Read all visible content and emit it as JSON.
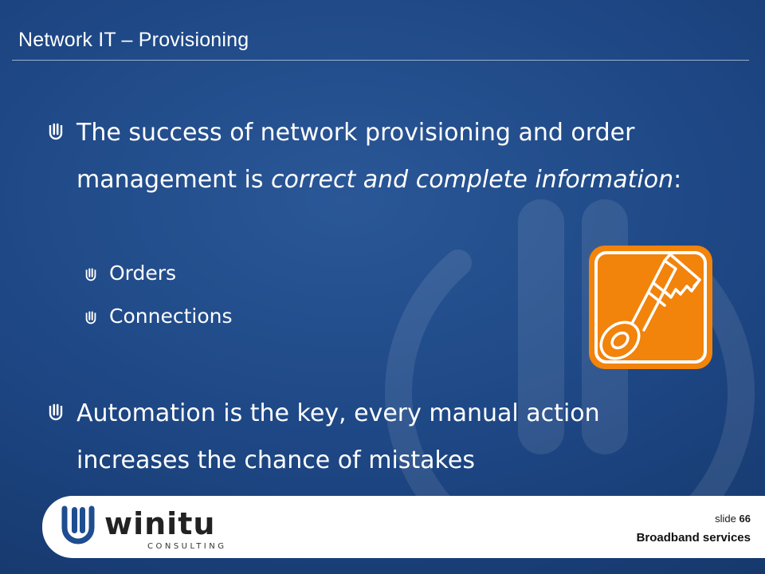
{
  "slide": {
    "title": "Network IT – Provisioning",
    "background_color": "#1d4683",
    "accent_color": "#f2830b"
  },
  "content": {
    "bullet1": {
      "text_before": "The success of network provisioning and order management is ",
      "emphasis": "correct and complete information",
      "text_after": ":"
    },
    "subitems": [
      "Orders",
      "Connections"
    ],
    "bullet2": "Automation is the key, every manual action increases the chance of mistakes"
  },
  "image": {
    "icon": "key-icon"
  },
  "footer": {
    "logo_name": "winitu",
    "logo_tagline": "CONSULTING",
    "slide_label": "slide",
    "slide_number": "66",
    "section": "Broadband services"
  }
}
